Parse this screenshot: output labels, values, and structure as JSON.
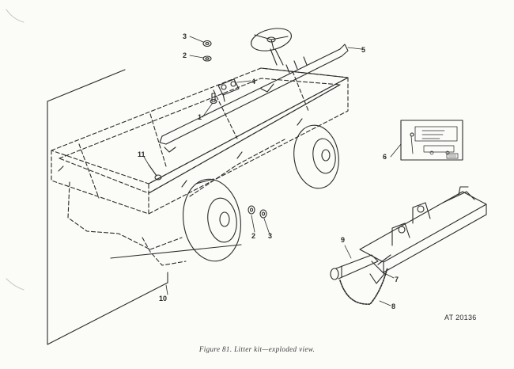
{
  "figure": {
    "caption": "Figure 81.   Litter kit—exploded view.",
    "reference_code": "AT 20136"
  },
  "callouts": [
    {
      "id": "c3a",
      "text": "3"
    },
    {
      "id": "c2a",
      "text": "2"
    },
    {
      "id": "c4",
      "text": "4"
    },
    {
      "id": "c5",
      "text": "5"
    },
    {
      "id": "c1",
      "text": "1"
    },
    {
      "id": "c6",
      "text": "6"
    },
    {
      "id": "c11",
      "text": "11"
    },
    {
      "id": "c2b",
      "text": "2"
    },
    {
      "id": "c3b",
      "text": "3"
    },
    {
      "id": "c9",
      "text": "9"
    },
    {
      "id": "c7",
      "text": "7"
    },
    {
      "id": "c8",
      "text": "8"
    },
    {
      "id": "c10",
      "text": "10"
    }
  ]
}
